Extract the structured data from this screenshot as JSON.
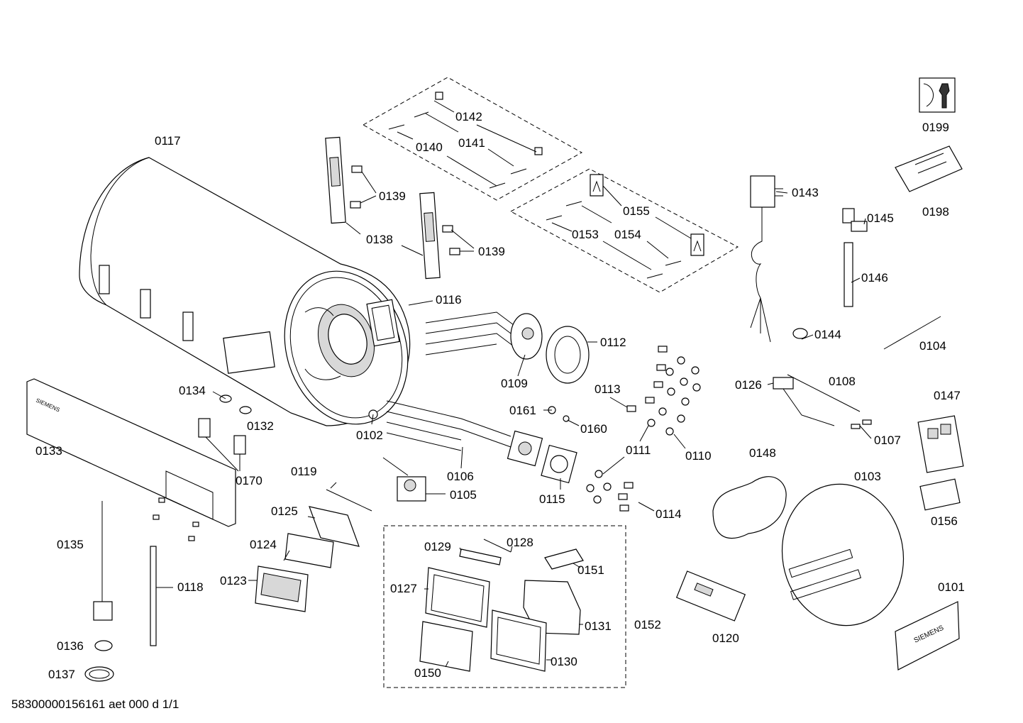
{
  "footer": {
    "drawing_id": "58300000156161 aet 000 d 1/1"
  },
  "parts": [
    {
      "id": "0101",
      "text": "0101"
    },
    {
      "id": "0102",
      "text": "0102"
    },
    {
      "id": "0103",
      "text": "0103"
    },
    {
      "id": "0104",
      "text": "0104"
    },
    {
      "id": "0105",
      "text": "0105"
    },
    {
      "id": "0106",
      "text": "0106"
    },
    {
      "id": "0107",
      "text": "0107"
    },
    {
      "id": "0108",
      "text": "0108"
    },
    {
      "id": "0109",
      "text": "0109"
    },
    {
      "id": "0110",
      "text": "0110"
    },
    {
      "id": "0111",
      "text": "0111"
    },
    {
      "id": "0112",
      "text": "0112"
    },
    {
      "id": "0113",
      "text": "0113"
    },
    {
      "id": "0114",
      "text": "0114"
    },
    {
      "id": "0115",
      "text": "0115"
    },
    {
      "id": "0116",
      "text": "0116"
    },
    {
      "id": "0117",
      "text": "0117"
    },
    {
      "id": "0118",
      "text": "0118"
    },
    {
      "id": "0119",
      "text": "0119"
    },
    {
      "id": "0120",
      "text": "0120"
    },
    {
      "id": "0123",
      "text": "0123"
    },
    {
      "id": "0124",
      "text": "0124"
    },
    {
      "id": "0125",
      "text": "0125"
    },
    {
      "id": "0126",
      "text": "0126"
    },
    {
      "id": "0127",
      "text": "0127"
    },
    {
      "id": "0128",
      "text": "0128"
    },
    {
      "id": "0129",
      "text": "0129"
    },
    {
      "id": "0130",
      "text": "0130"
    },
    {
      "id": "0131",
      "text": "0131"
    },
    {
      "id": "0132",
      "text": "0132"
    },
    {
      "id": "0133",
      "text": "0133"
    },
    {
      "id": "0134",
      "text": "0134"
    },
    {
      "id": "0135",
      "text": "0135"
    },
    {
      "id": "0136",
      "text": "0136"
    },
    {
      "id": "0137",
      "text": "0137"
    },
    {
      "id": "0138",
      "text": "0138"
    },
    {
      "id": "0139a",
      "text": "0139"
    },
    {
      "id": "0139b",
      "text": "0139"
    },
    {
      "id": "0140",
      "text": "0140"
    },
    {
      "id": "0141",
      "text": "0141"
    },
    {
      "id": "0142",
      "text": "0142"
    },
    {
      "id": "0143",
      "text": "0143"
    },
    {
      "id": "0144",
      "text": "0144"
    },
    {
      "id": "0145",
      "text": "0145"
    },
    {
      "id": "0146",
      "text": "0146"
    },
    {
      "id": "0147",
      "text": "0147"
    },
    {
      "id": "0148",
      "text": "0148"
    },
    {
      "id": "0150",
      "text": "0150"
    },
    {
      "id": "0151",
      "text": "0151"
    },
    {
      "id": "0152",
      "text": "0152"
    },
    {
      "id": "0153",
      "text": "0153"
    },
    {
      "id": "0154",
      "text": "0154"
    },
    {
      "id": "0155",
      "text": "0155"
    },
    {
      "id": "0156",
      "text": "0156"
    },
    {
      "id": "0160",
      "text": "0160"
    },
    {
      "id": "0161",
      "text": "0161"
    },
    {
      "id": "0170",
      "text": "0170"
    },
    {
      "id": "0198",
      "text": "0198"
    },
    {
      "id": "0199",
      "text": "0199"
    }
  ],
  "brand_marks": {
    "panel": "SIEMENS",
    "plate": "SIEMENS"
  },
  "icons": {
    "service": "service-wrench-icon"
  }
}
